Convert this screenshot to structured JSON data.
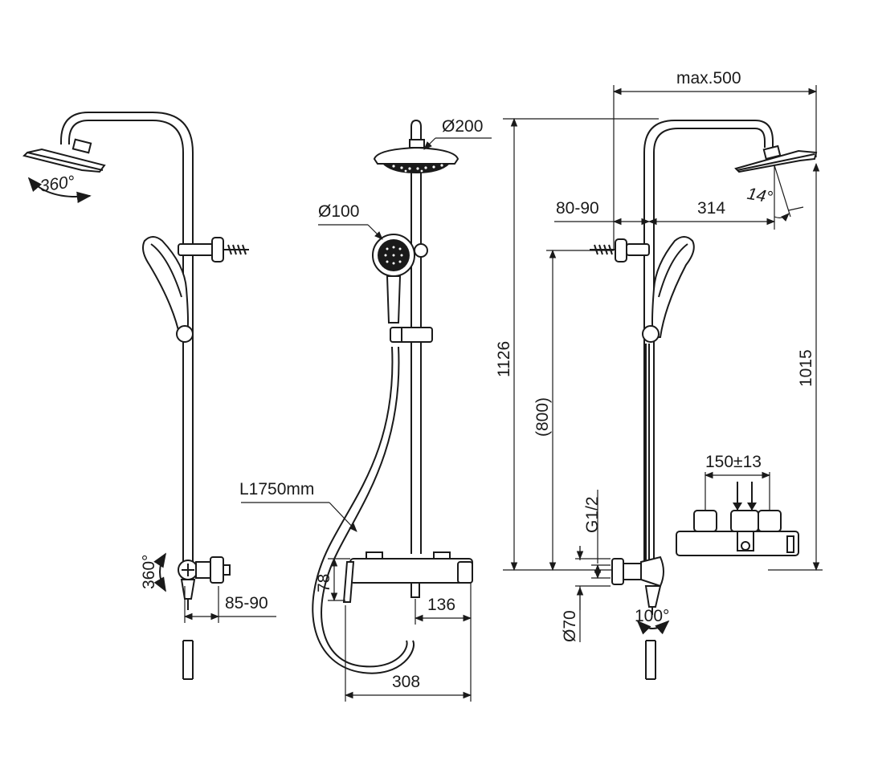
{
  "dimensions": {
    "rotation_left": "360°",
    "rotation_mixer": "360°",
    "wall_offset_left": "85-90",
    "head_diameter": "Ø200",
    "hand_diameter": "Ø100",
    "hose_length": "L1750mm",
    "mixer_height": "78",
    "mixer_outlet": "136",
    "mixer_width": "308",
    "overall_height": "1126",
    "holder_height": "(800)",
    "max_reach": "max.500",
    "wall_offset_right": "80-90",
    "arm_length": "314",
    "head_tilt": "14°",
    "head_height": "1015",
    "thread": "G1/2",
    "escutcheon": "Ø70",
    "spout_rotation": "100°",
    "inlet_spacing": "150±13"
  }
}
